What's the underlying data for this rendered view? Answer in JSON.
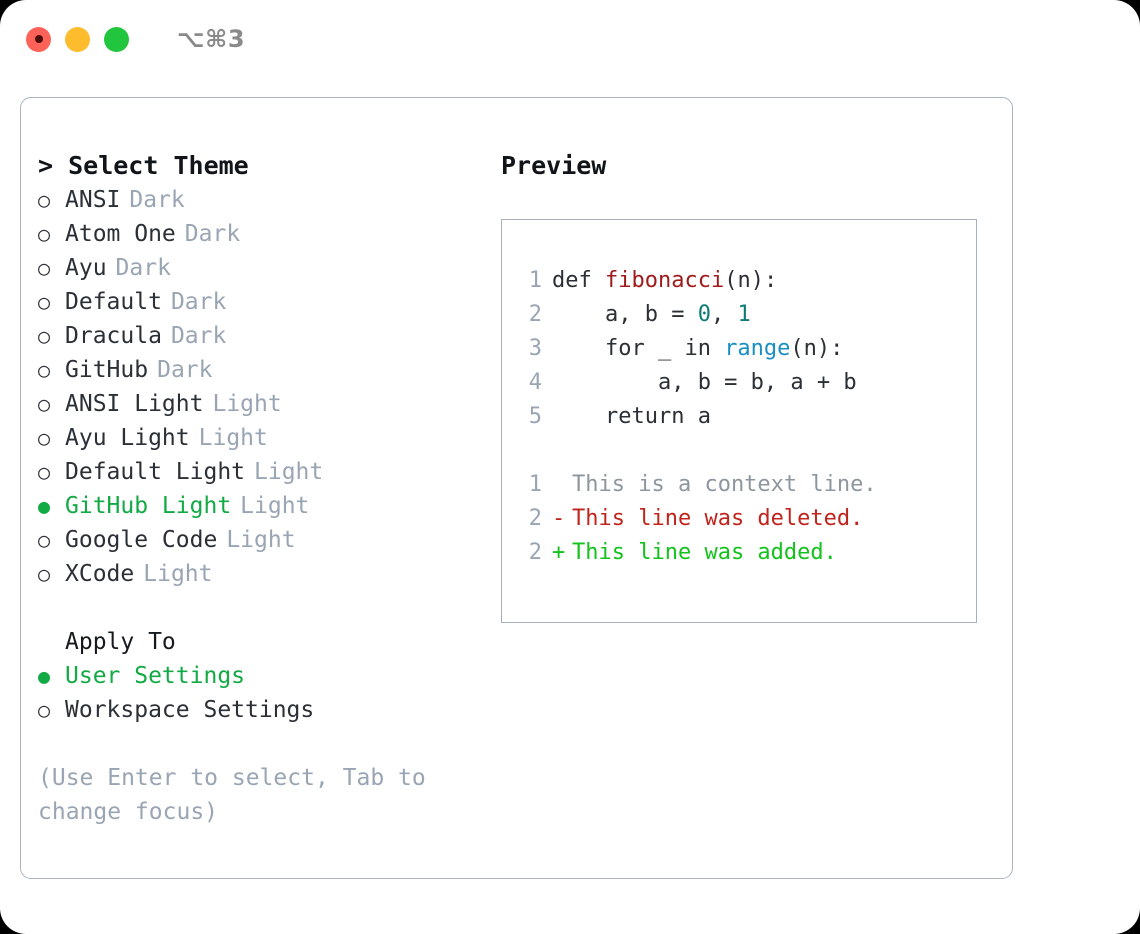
{
  "titlebar": {
    "shortcut": "⌥⌘3",
    "lights": [
      {
        "name": "close",
        "color": "#fd6258"
      },
      {
        "name": "minimize",
        "color": "#fdbc2d"
      },
      {
        "name": "maximize",
        "color": "#22c53e"
      }
    ]
  },
  "theme_picker": {
    "heading": "> Select Theme",
    "selected_theme": "GitHub Light",
    "accent_color": "#12aa44",
    "muted_color": "#9aa5b4",
    "items": [
      {
        "bullet": "○",
        "label": "ANSI",
        "tag": "Dark",
        "selected": false
      },
      {
        "bullet": "○",
        "label": "Atom One",
        "tag": "Dark",
        "selected": false
      },
      {
        "bullet": "○",
        "label": "Ayu",
        "tag": "Dark",
        "selected": false
      },
      {
        "bullet": "○",
        "label": "Default",
        "tag": "Dark",
        "selected": false
      },
      {
        "bullet": "○",
        "label": "Dracula",
        "tag": "Dark",
        "selected": false
      },
      {
        "bullet": "○",
        "label": "GitHub",
        "tag": "Dark",
        "selected": false
      },
      {
        "bullet": "○",
        "label": "ANSI Light",
        "tag": "Light",
        "selected": false
      },
      {
        "bullet": "○",
        "label": "Ayu Light",
        "tag": "Light",
        "selected": false
      },
      {
        "bullet": "○",
        "label": "Default Light",
        "tag": "Light",
        "selected": false
      },
      {
        "bullet": "●",
        "label": "GitHub Light",
        "tag": "Light",
        "selected": true
      },
      {
        "bullet": "○",
        "label": "Google Code",
        "tag": "Light",
        "selected": false
      },
      {
        "bullet": "○",
        "label": "XCode",
        "tag": "Light",
        "selected": false
      }
    ]
  },
  "apply_to": {
    "heading": "Apply To",
    "selected": "User Settings",
    "items": [
      {
        "bullet": "●",
        "label": "User Settings",
        "selected": true
      },
      {
        "bullet": "○",
        "label": "Workspace Settings",
        "selected": false
      }
    ]
  },
  "hint": "(Use Enter to select, Tab to change focus)",
  "preview": {
    "title": "Preview",
    "code_lines": [
      {
        "num": "1",
        "segments": [
          {
            "text": "def ",
            "type": "plain"
          },
          {
            "text": "fibonacci",
            "type": "fn"
          },
          {
            "text": "(n):",
            "type": "plain"
          }
        ]
      },
      {
        "num": "2",
        "segments": [
          {
            "text": "    a, b = ",
            "type": "plain"
          },
          {
            "text": "0",
            "type": "num"
          },
          {
            "text": ", ",
            "type": "plain"
          },
          {
            "text": "1",
            "type": "num"
          }
        ]
      },
      {
        "num": "3",
        "segments": [
          {
            "text": "    for _ in ",
            "type": "plain"
          },
          {
            "text": "range",
            "type": "built"
          },
          {
            "text": "(n):",
            "type": "plain"
          }
        ]
      },
      {
        "num": "4",
        "segments": [
          {
            "text": "        a, b = b, a + b",
            "type": "plain"
          }
        ]
      },
      {
        "num": "5",
        "segments": [
          {
            "text": "    return a",
            "type": "plain"
          }
        ]
      }
    ],
    "diff_lines": [
      {
        "num": "1",
        "mark": " ",
        "text": "This is a context line.",
        "kind": "ctx"
      },
      {
        "num": "2",
        "mark": "-",
        "text": "This line was deleted.",
        "kind": "del"
      },
      {
        "num": "2",
        "mark": "+",
        "text": "This line was added.",
        "kind": "add"
      }
    ]
  }
}
